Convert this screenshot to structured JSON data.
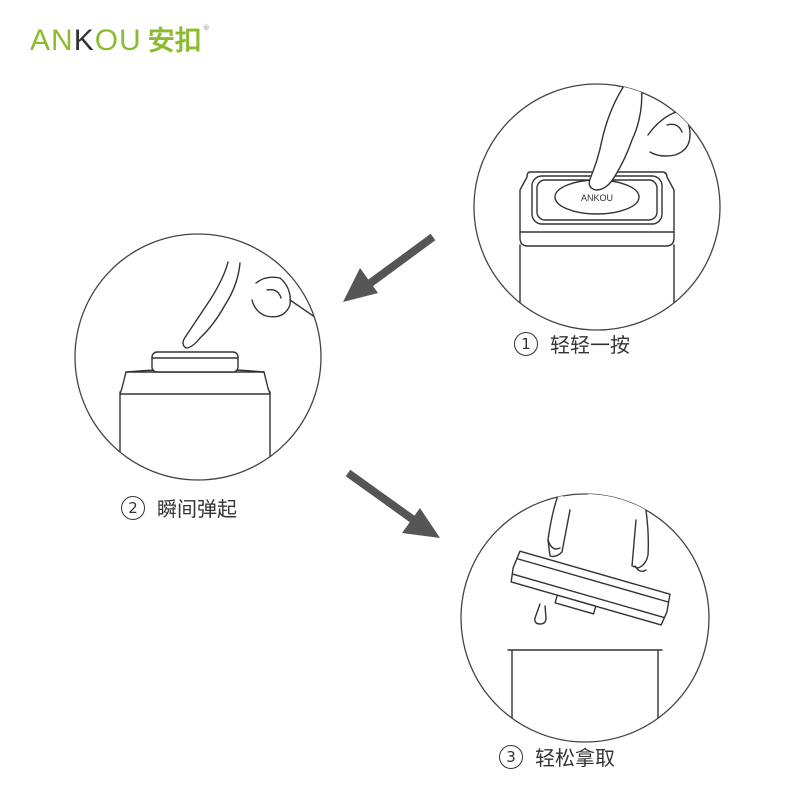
{
  "brand": {
    "latin_prefix": "AN",
    "latin_mark": "K",
    "latin_suffix": "OU",
    "cjk": "安扣",
    "registered": "®",
    "color_main": "#8dbb2f",
    "color_dark": "#333333"
  },
  "lid_logo": "ANKOU",
  "steps": [
    {
      "number": "1",
      "label": "轻轻一按"
    },
    {
      "number": "2",
      "label": "瞬间弹起"
    },
    {
      "number": "3",
      "label": "轻松拿取"
    }
  ],
  "arrow_color": "#555555"
}
